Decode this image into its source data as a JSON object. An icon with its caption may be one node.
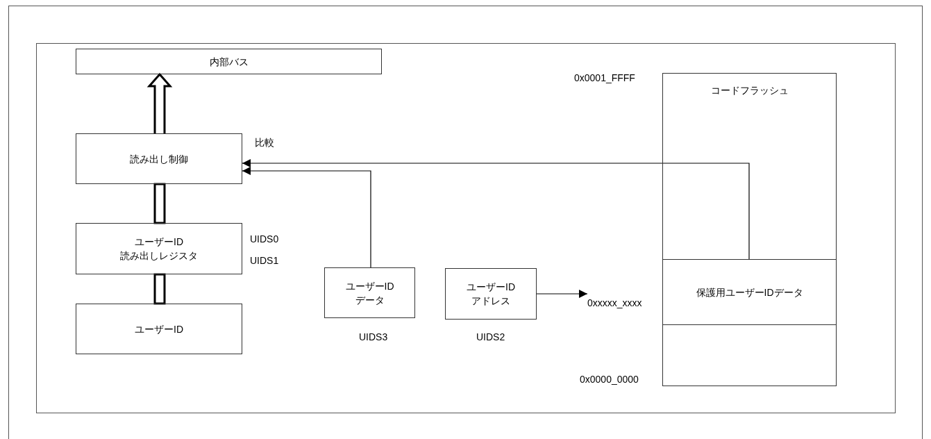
{
  "diagram": {
    "nodes": [
      {
        "text": [
          "内部バス"
        ]
      },
      {
        "text": [
          "読み出し制御"
        ]
      },
      {
        "text": [
          "ユーザーID 読み出しレジスタ"
        ],
        "beside": [
          "UIDS0",
          "UIDS1"
        ]
      },
      {
        "text": [
          "ユーザーID"
        ]
      },
      {
        "text": [
          "ユーザーID データ"
        ],
        "beside": [
          "UIDS3"
        ]
      },
      {
        "text": [
          "ユーザーID アドレス"
        ],
        "beside": [
          "UIDS2"
        ]
      },
      {
        "text": [
          "コードフラッシュ"
        ]
      },
      {
        "text": [
          "保護用ユーザーIDデータ"
        ],
        "in": 6
      },
      {
        "text": [
          "0xxxxx_xxxx"
        ]
      }
    ],
    "edges": [
      {
        "from": 1,
        "to": 0,
        "arrow": "to",
        "style": "thick"
      },
      {
        "from": 2,
        "to": 1,
        "arrow": "none",
        "style": "thick"
      },
      {
        "from": 3,
        "to": 2,
        "arrow": "none",
        "style": "thick"
      },
      {
        "from": 7,
        "to": 1,
        "arrow": "to"
      },
      {
        "from": 4,
        "to": 1,
        "arrow": "to"
      },
      {
        "from": 5,
        "to": 8,
        "arrow": "to"
      }
    ],
    "labels": [
      "比較",
      "0x0001_FFFF",
      "0x0000_0000"
    ]
  }
}
